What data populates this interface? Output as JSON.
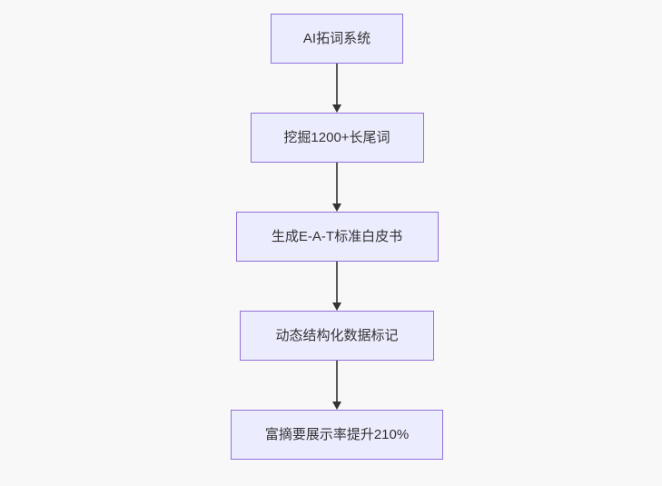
{
  "colors": {
    "canvas-bg": "#f8f8f8",
    "node-fill": "#ececff",
    "node-border": "#9370db",
    "edge-line": "#595959",
    "edge-arrowhead": "#333333",
    "node-text": "#333333"
  },
  "flowchart": {
    "type": "flowchart",
    "direction": "top-down",
    "nodes": [
      {
        "id": "A",
        "label": "AI拓词系统"
      },
      {
        "id": "B",
        "label": "挖掘1200+长尾词"
      },
      {
        "id": "C",
        "label": "生成E-A-T标准白皮书"
      },
      {
        "id": "D",
        "label": "动态结构化数据标记"
      },
      {
        "id": "E",
        "label": "富摘要展示率提升210%"
      }
    ],
    "edges": [
      {
        "from": "AI拓词系统",
        "to": "挖掘1200+长尾词"
      },
      {
        "from": "挖掘1200+长尾词",
        "to": "生成E-A-T标准白皮书"
      },
      {
        "from": "生成E-A-T标准白皮书",
        "to": "动态结构化数据标记"
      },
      {
        "from": "动态结构化数据标记",
        "to": "富摘要展示率提升210%"
      }
    ]
  }
}
